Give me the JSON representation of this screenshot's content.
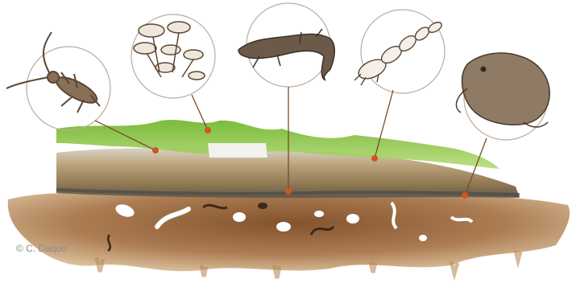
{
  "credit": "© C. Daquo",
  "colors": {
    "soil_light": "#d8b88a",
    "soil_dark": "#8a5a2e",
    "log_wood": "#a58b63",
    "log_bark": "#6f6a5e",
    "moss": "#7fbf3a",
    "moss_light": "#a9d46a",
    "callout_line": "#7a4a2a",
    "callout_dot": "#d2541f",
    "circle_stroke": "#b8ad9c",
    "sketch": "#5a4634"
  },
  "organisms": [
    {
      "name": "longhorn-beetle"
    },
    {
      "name": "mushrooms"
    },
    {
      "name": "salamander"
    },
    {
      "name": "beetle-larva"
    },
    {
      "name": "toad"
    }
  ]
}
